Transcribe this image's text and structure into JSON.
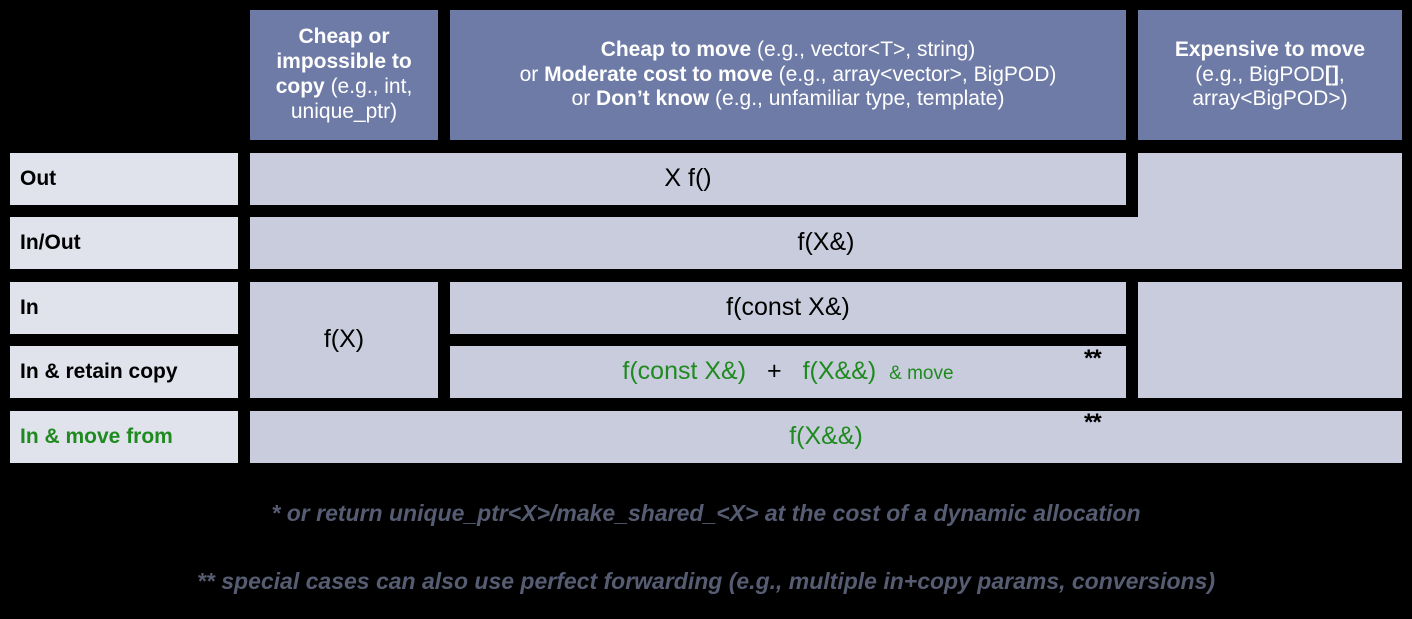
{
  "slide": {
    "title": "Parameter and return type guidance table",
    "colors": {
      "header_bg": "#6E7BA6",
      "header_fg": "#FFFFFF",
      "cell_bg": "#C8CCDC",
      "rowlabel_bg": "#E0E3EC",
      "accent_green": "#1F8A1F",
      "background": "#000000",
      "footnote_fg": "#565C72"
    }
  },
  "header": {
    "corner": "",
    "columns": [
      {
        "id": "cheap-or-impossible-to-copy",
        "lines": [
          {
            "bold": "Cheap or",
            "rest": ""
          },
          {
            "bold": "impossible to",
            "rest": ""
          },
          {
            "bold": "copy",
            "rest": " (e.g., int,"
          },
          {
            "bold": "",
            "rest": "unique_ptr)"
          }
        ]
      },
      {
        "id": "cheap-to-move",
        "lines": [
          {
            "bold": "Cheap to move",
            "rest": " (e.g., vector<T>, string)"
          },
          {
            "prefix": "or ",
            "bold": "Moderate cost to move",
            "rest": " (e.g., array<vector>, BigPOD)"
          },
          {
            "prefix": "or ",
            "bold": "Don’t know",
            "rest": " (e.g., unfamiliar type, template)"
          }
        ]
      },
      {
        "id": "expensive-to-move",
        "lines": [
          {
            "bold": "Expensive to move",
            "rest": ""
          },
          {
            "bold": "",
            "rest": "(e.g., BigPOD[],"
          },
          {
            "bold": "",
            "rest": "array<BigPOD>)"
          }
        ]
      }
    ]
  },
  "rows": [
    {
      "id": "out",
      "label": "Out",
      "label_green": false
    },
    {
      "id": "in-out",
      "label": "In/Out",
      "label_green": false
    },
    {
      "id": "in",
      "label": "In",
      "label_green": false
    },
    {
      "id": "in-retain-copy",
      "label": "In & retain copy",
      "label_green": false
    },
    {
      "id": "in-move-from",
      "label": "In & move from",
      "label_green": true
    }
  ],
  "cells": {
    "out_span": "X f()",
    "in_out_span": "f(X&)",
    "in_col1_merged": "f(X)",
    "in_main": "f(const X&)",
    "retain_part1": "f(const X&)",
    "retain_plus": "+",
    "retain_part2": "f(X&&)",
    "retain_suffix": "& move",
    "move_from_span": "f(X&&)",
    "star_retain": "**",
    "star_move_from": "**"
  },
  "footnotes": [
    "* or return unique_ptr<X>/make_shared_<X> at the cost of a dynamic allocation",
    "** special cases can also use perfect forwarding (e.g., multiple in+copy params, conversions)"
  ]
}
